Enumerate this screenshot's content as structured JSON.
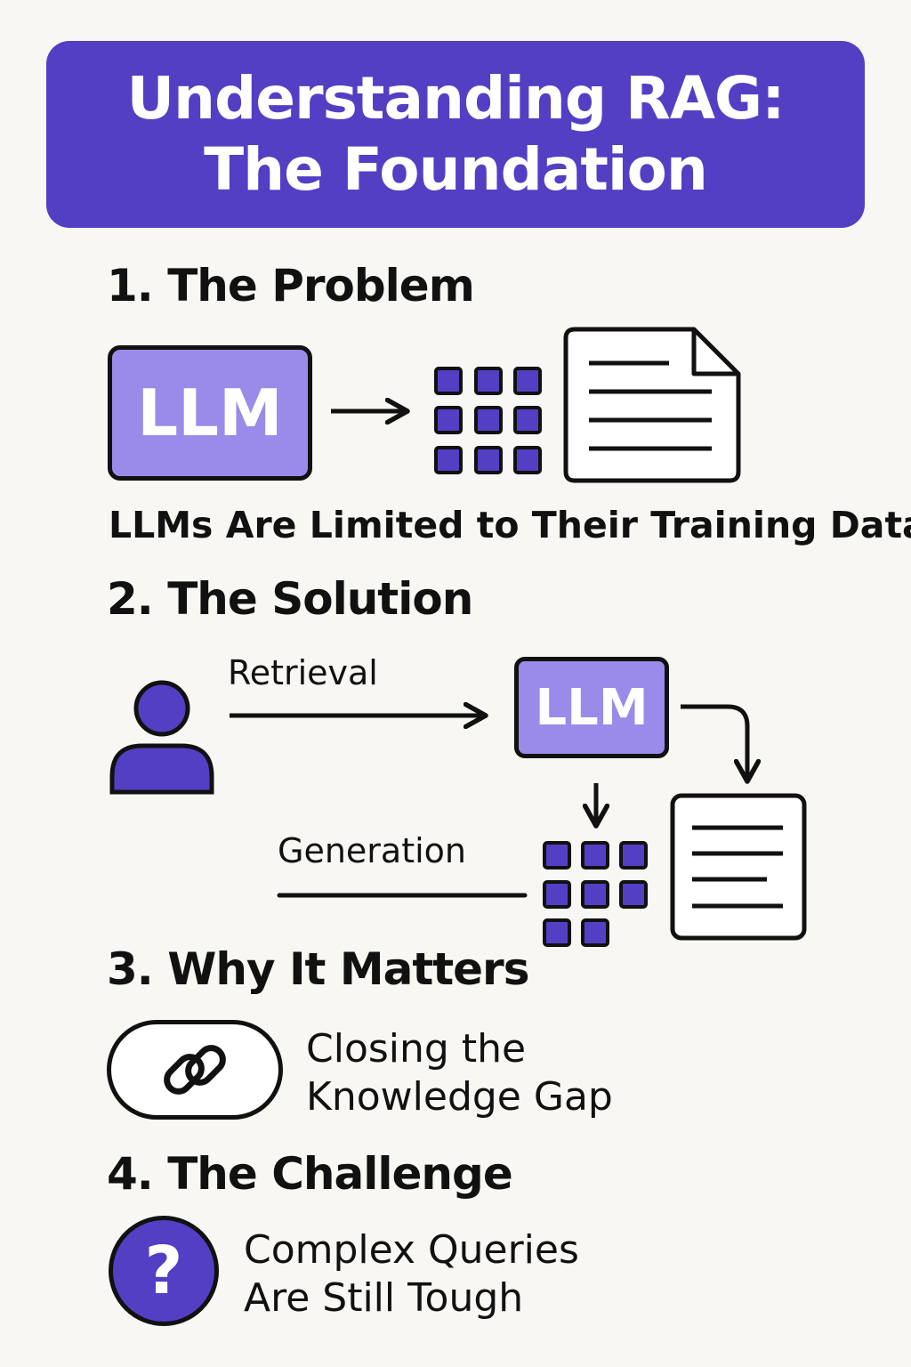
{
  "title": {
    "line1": "Understanding RAG:",
    "line2": "The Foundation"
  },
  "colors": {
    "accent": "#533fc4",
    "accent_light": "#9a8bea",
    "background": "#f8f7f3",
    "ink": "#111111"
  },
  "sections": [
    {
      "heading": "1. The Problem",
      "llm_label": "LLM",
      "caption": "LLMs Are Limited to Their Training Data"
    },
    {
      "heading": "2. The Solution",
      "llm_label": "LLM",
      "retrieval_label": "Retrieval",
      "generation_label": "Generation"
    },
    {
      "heading": "3. Why It Matters",
      "caption_line1": "Closing the",
      "caption_line2": "Knowledge Gap",
      "icon": "link-icon"
    },
    {
      "heading": "4. The Challenge",
      "caption_line1": "Complex Queries",
      "caption_line2": "Are Still Tough",
      "icon_glyph": "?",
      "icon": "question-icon"
    }
  ]
}
